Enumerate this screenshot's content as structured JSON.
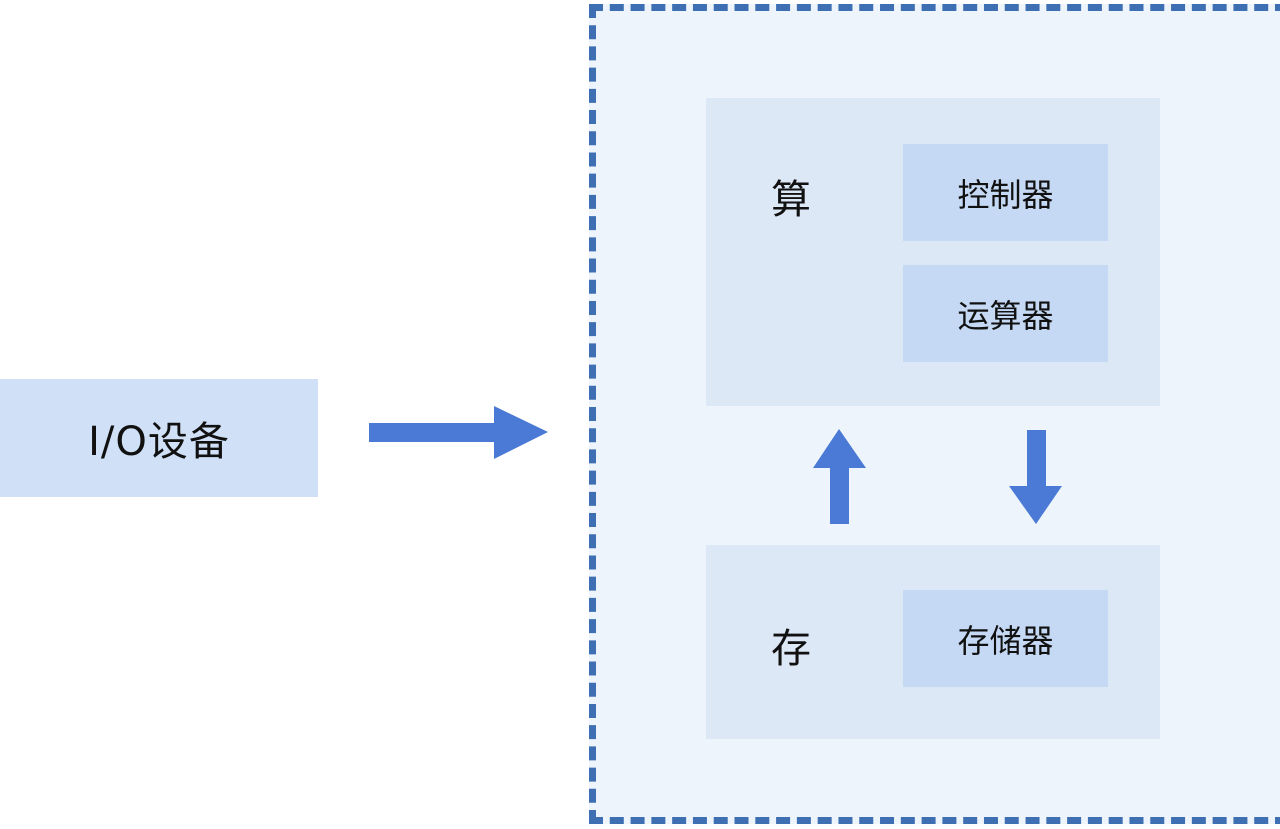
{
  "io_device": {
    "label": "I/O设备"
  },
  "computer": {
    "compute_group": {
      "label": "算",
      "units": [
        {
          "label": "控制器"
        },
        {
          "label": "运算器"
        }
      ]
    },
    "storage_group": {
      "label": "存",
      "units": [
        {
          "label": "存储器"
        }
      ]
    }
  },
  "colors": {
    "arrow": "#4a7ad6",
    "frame_border": "#3e6fb3",
    "frame_fill": "#eef4fc",
    "group_fill": "#dde8f7",
    "unit_fill": "#c5d9f5",
    "io_fill": "#cfe0f7"
  }
}
